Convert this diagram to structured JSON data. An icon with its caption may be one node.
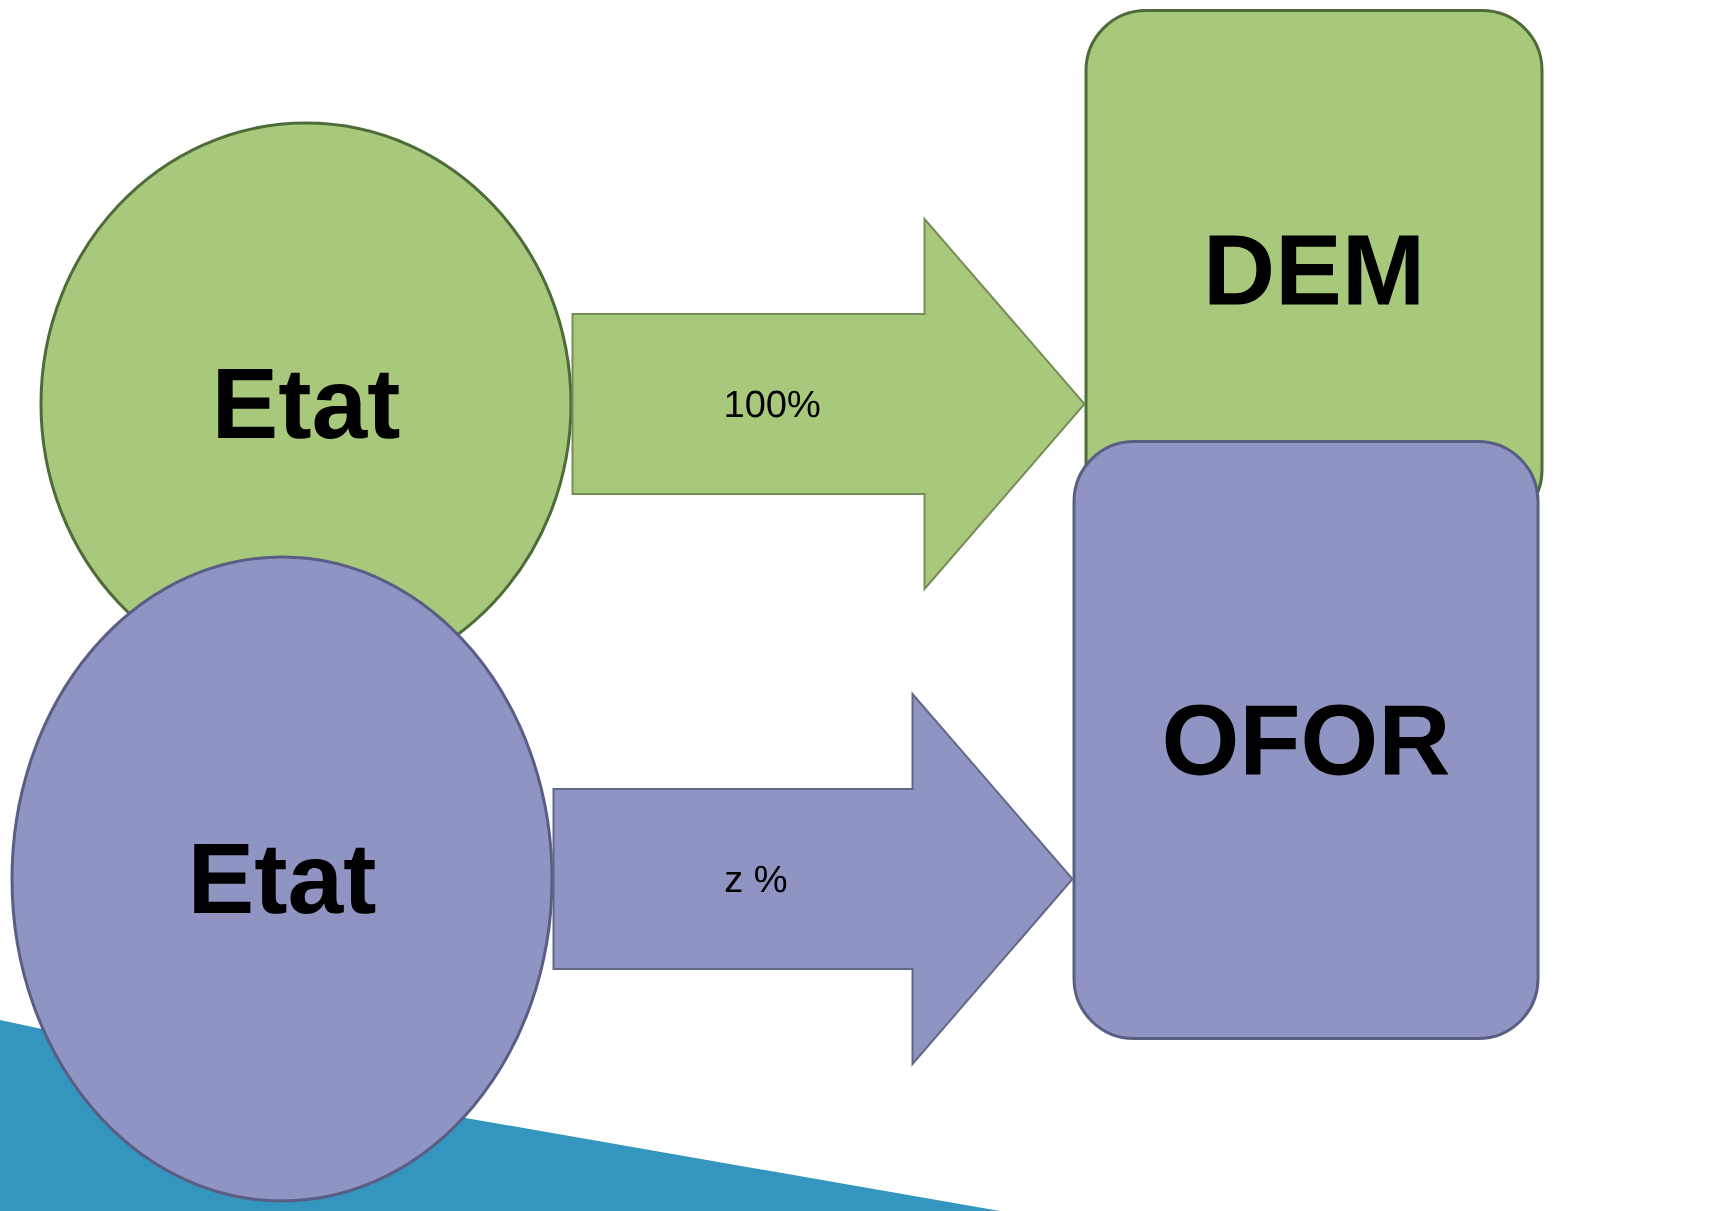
{
  "diagram": {
    "nodes": [
      {
        "text": [
          "Etat"
        ]
      },
      {
        "text": [
          "DEM"
        ]
      },
      {
        "text": [
          "Etat"
        ]
      },
      {
        "text": [
          "OFOR"
        ]
      }
    ],
    "edges": [
      {
        "from": 0,
        "to": 1,
        "arrow": "to",
        "label": "100%",
        "color": "#a8c97c"
      },
      {
        "from": 2,
        "to": 3,
        "arrow": "to",
        "label": "z %",
        "color": "#8f94c3"
      }
    ]
  }
}
